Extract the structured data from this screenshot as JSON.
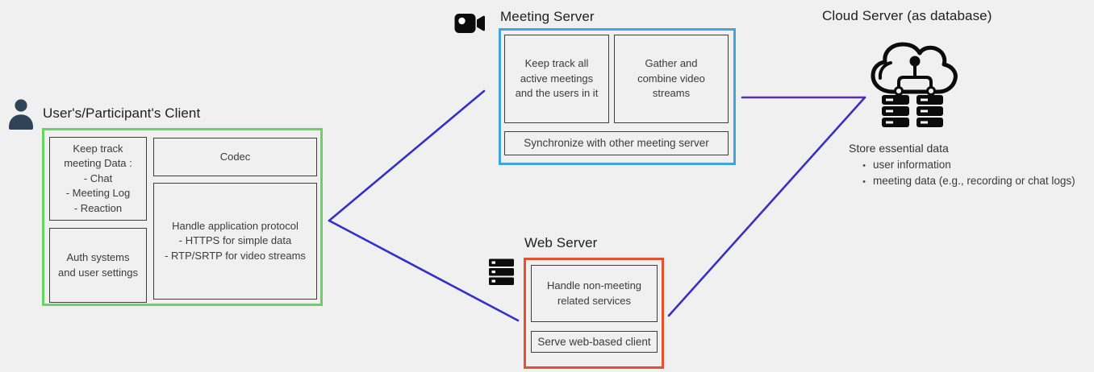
{
  "client": {
    "title": "User's/Participant's Client",
    "border_color": "#67d45f",
    "keep_track": "Keep track\nmeeting Data :\n- Chat\n- Meeting Log\n- Reaction",
    "codec": "Codec",
    "auth": "Auth systems\nand user settings",
    "protocol": "Handle application protocol\n- HTTPS for simple data\n- RTP/SRTP for video streams"
  },
  "meeting_server": {
    "title": "Meeting Server",
    "border_color": "#41a4df",
    "track_meetings": "Keep track all\nactive meetings\nand the users in it",
    "gather_streams": "Gather and\ncombine video\nstreams",
    "synchronize": "Synchronize with other meeting server"
  },
  "web_server": {
    "title": "Web Server",
    "border_color": "#e5502f",
    "non_meeting": "Handle non-meeting\nrelated services",
    "serve_client": "Serve web-based client"
  },
  "cloud_server": {
    "title": "Cloud Server (as database)",
    "caption": "Store essential data",
    "bullet_glyph": "•",
    "bullets": [
      "user information",
      "meeting data (e.g., recording or chat logs)"
    ]
  },
  "connectors": {
    "client_lines_color": "#3330c9",
    "meeting_cloud_color": "#5c2da5",
    "web_cloud_color": "#3b2ec2"
  },
  "colors": {
    "background": "#f0f0f1",
    "inner_box_border": "#3d3d3d",
    "person_icon": "#2f4456",
    "black_icons": "#0b0b0b"
  }
}
